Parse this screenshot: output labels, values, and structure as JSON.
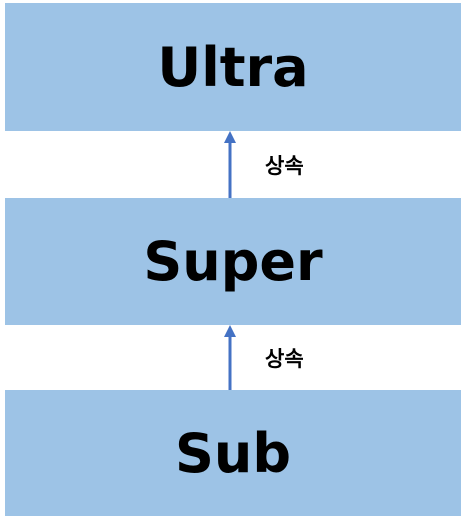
{
  "nodes": {
    "ultra": "Ultra",
    "super": "Super",
    "sub": "Sub"
  },
  "edges": [
    {
      "from": "Super",
      "to": "Ultra",
      "label": "상속"
    },
    {
      "from": "Sub",
      "to": "Super",
      "label": "상속"
    }
  ],
  "colors": {
    "box_fill": "#9dc3e6",
    "arrow": "#4472c4",
    "text": "#000000"
  }
}
